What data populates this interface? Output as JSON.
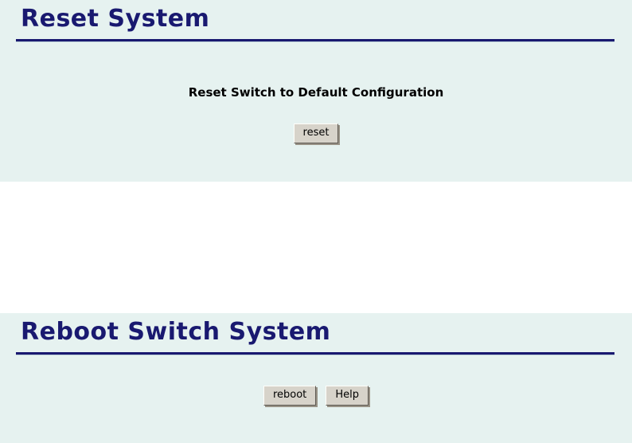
{
  "colors": {
    "section_background": "#e6f2f0",
    "page_background": "#ffffff",
    "heading_color": "#191970",
    "rule_color": "#191970",
    "button_face": "#d7d3ca",
    "button_text": "#000000"
  },
  "reset_section": {
    "title": "Reset System",
    "description": "Reset Switch to Default Configuration",
    "reset_button_label": "reset"
  },
  "reboot_section": {
    "title": "Reboot Switch System",
    "reboot_button_label": "reboot",
    "help_button_label": "Help"
  }
}
